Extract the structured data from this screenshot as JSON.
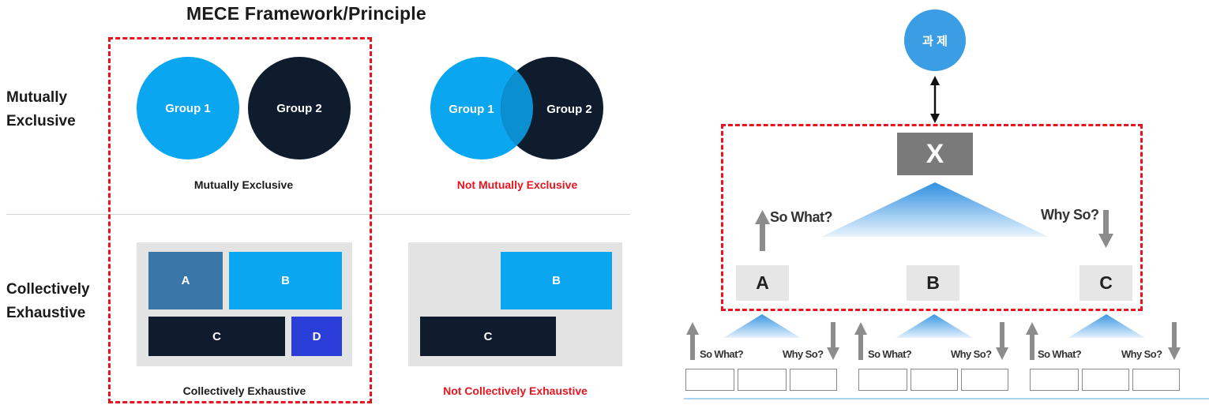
{
  "mece": {
    "title": "MECE Framework/Principle",
    "row_labels": {
      "me_line1": "Mutually",
      "me_line2": "Exclusive",
      "ce_line1": "Collectively",
      "ce_line2": "Exhaustive"
    },
    "me_good": {
      "circle1": "Group 1",
      "circle2": "Group 2",
      "caption": "Mutually Exclusive"
    },
    "me_bad": {
      "circle1": "Group 1",
      "circle2": "Group 2",
      "caption": "Not Mutually Exclusive"
    },
    "ce_good": {
      "blocks": [
        "A",
        "B",
        "C",
        "D"
      ],
      "caption": "Collectively Exhaustive"
    },
    "ce_bad": {
      "blocks": [
        "B",
        "C"
      ],
      "caption": "Not Collectively Exhaustive"
    }
  },
  "pyramid": {
    "topic": "과 제",
    "top_box": "X",
    "mid_boxes": [
      "A",
      "B",
      "C"
    ],
    "so_what": "So What?",
    "why_so": "Why So?"
  },
  "colors": {
    "light_blue": "#0aa6ef",
    "navy": "#0f1c2e",
    "steel_blue": "#3a77a8",
    "royal_blue": "#2a3fd9",
    "dash_red": "#e8141e",
    "topic_blue": "#3b9de3",
    "x_gray": "#7a7a7a"
  }
}
